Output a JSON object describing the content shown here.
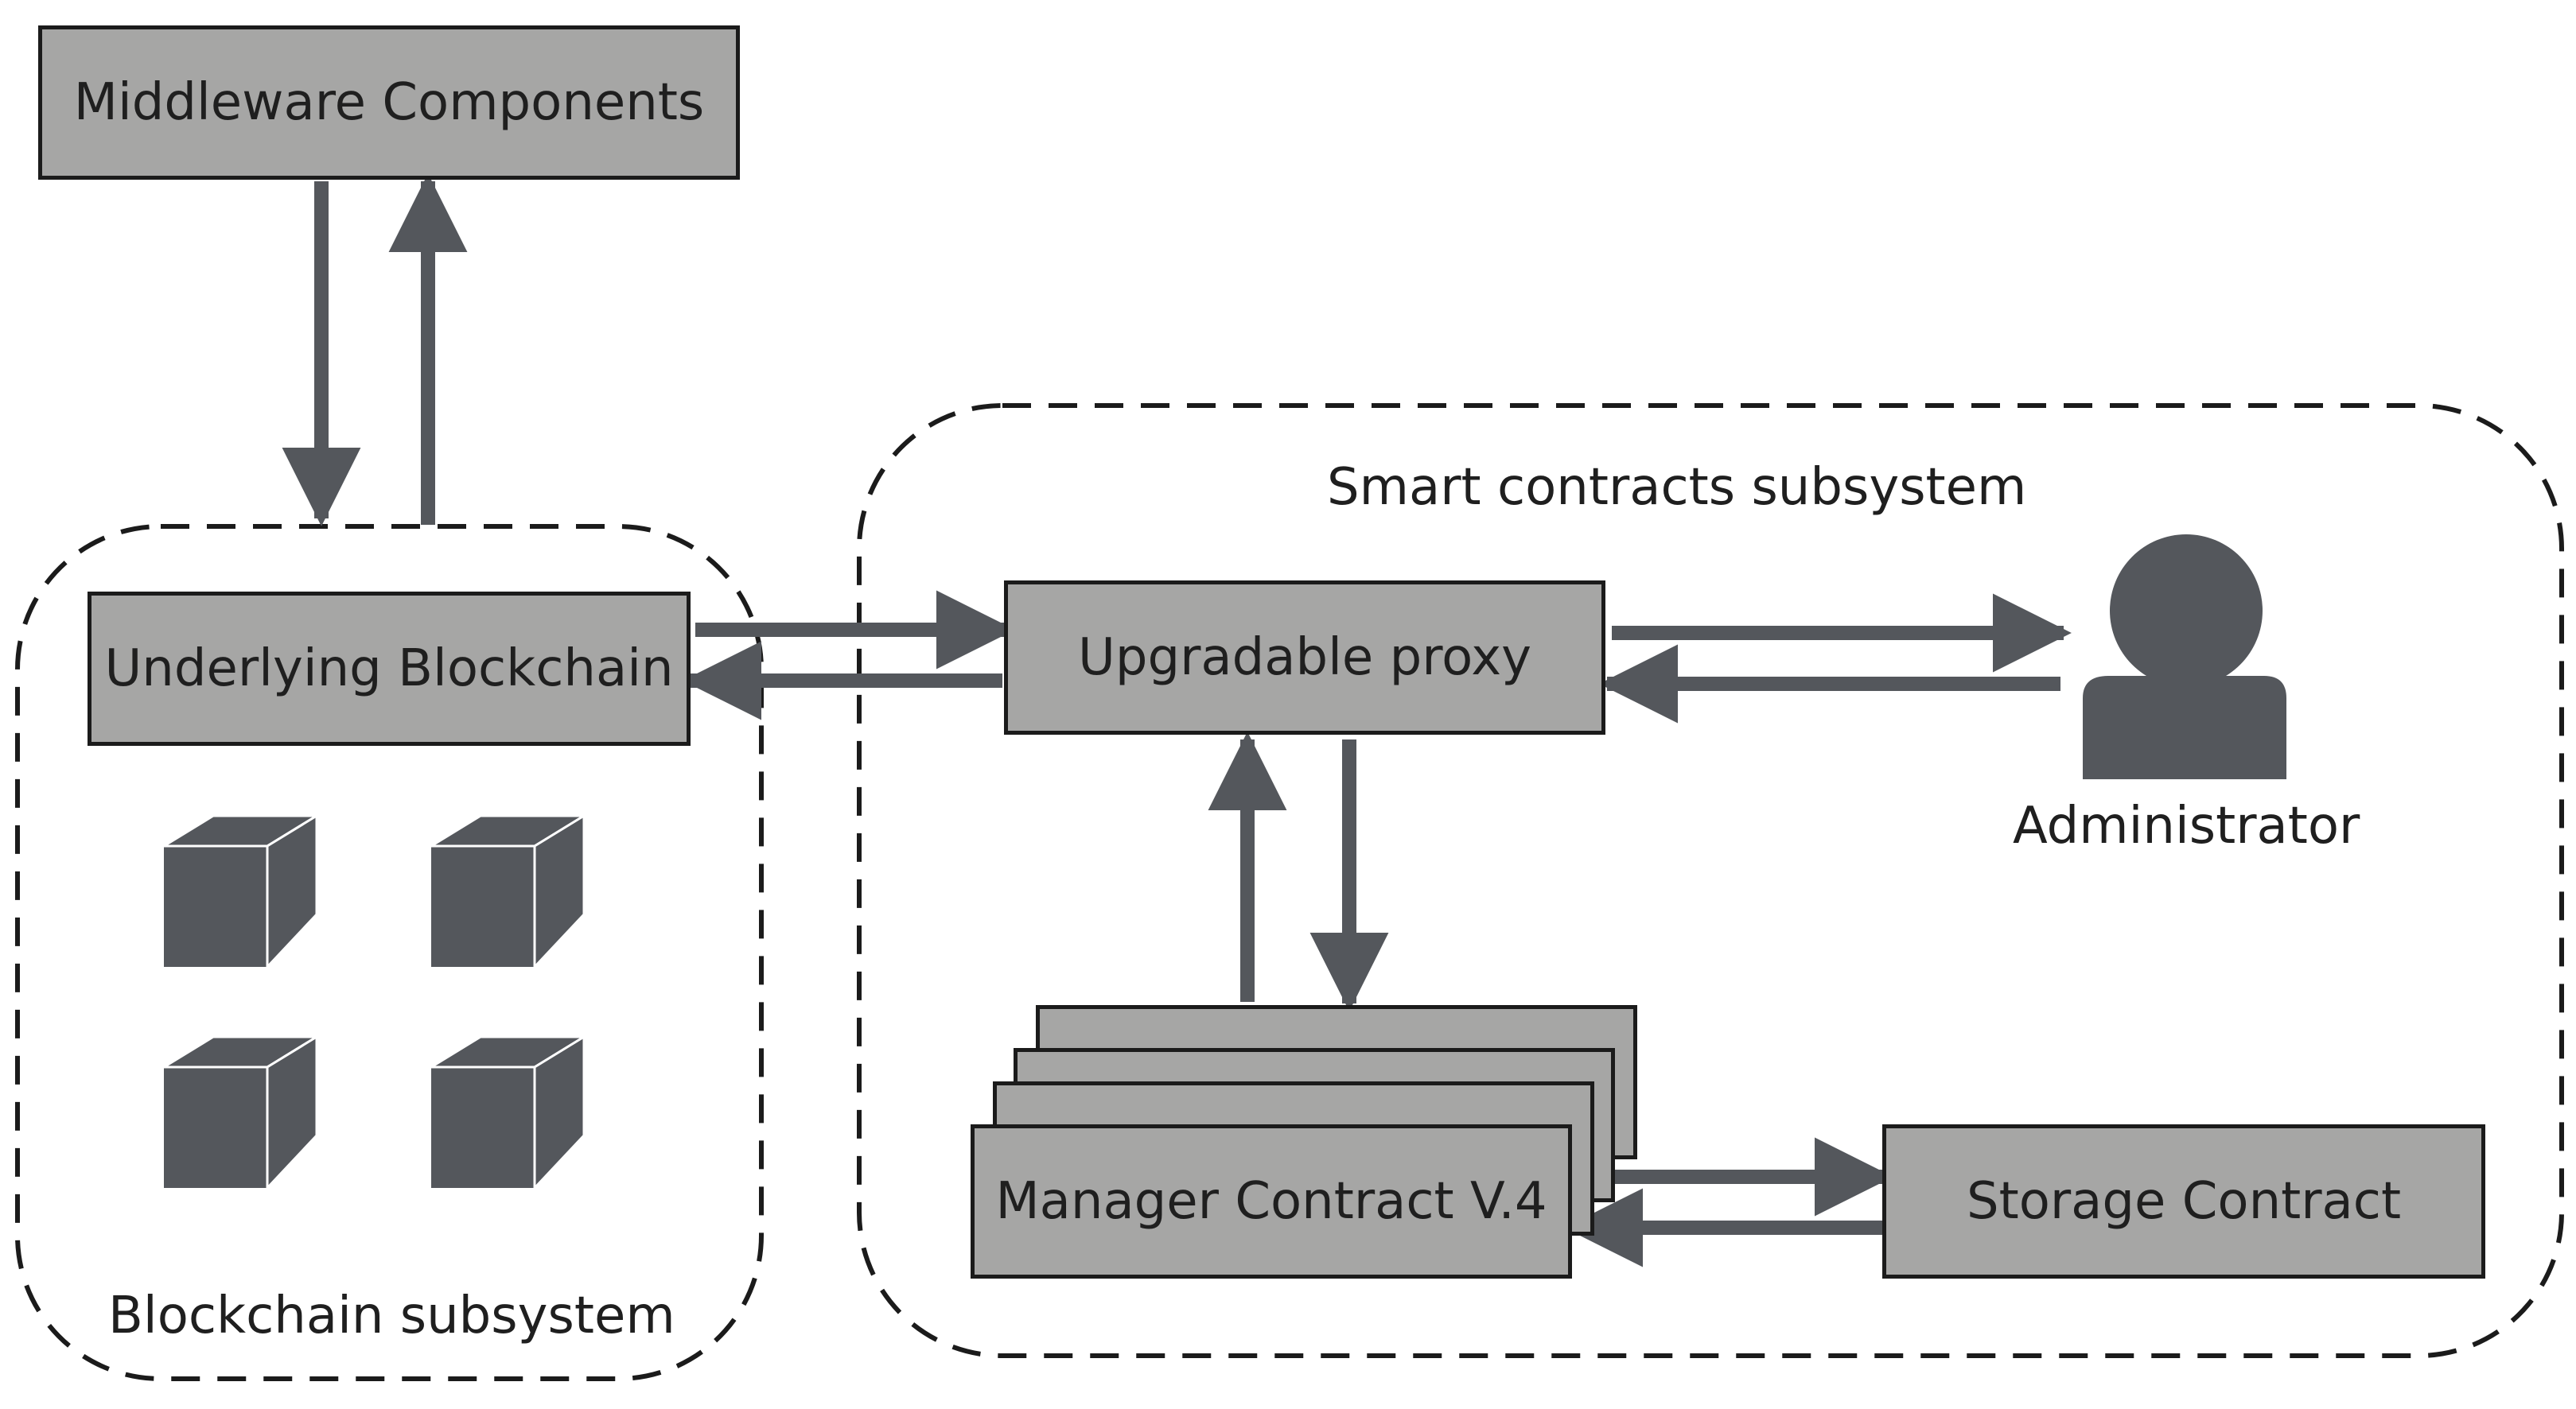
{
  "colors": {
    "box_fill": "#a6a6a5",
    "box_border": "#1b1b1b",
    "arrow": "#54575c",
    "text": "#1f1f1f"
  },
  "nodes": {
    "middleware": "Middleware Components",
    "blockchain": "Underlying Blockchain",
    "proxy": "Upgradable proxy",
    "manager": "Manager Contract V.4",
    "storage": "Storage Contract"
  },
  "groups": {
    "blockchain_subsystem": "Blockchain subsystem",
    "smart_contracts_subsystem": "Smart contracts subsystem"
  },
  "actors": {
    "administrator": "Administrator"
  },
  "icons": {
    "administrator": "person-icon",
    "blocks": [
      "cube-icon",
      "cube-icon",
      "cube-icon",
      "cube-icon"
    ]
  }
}
